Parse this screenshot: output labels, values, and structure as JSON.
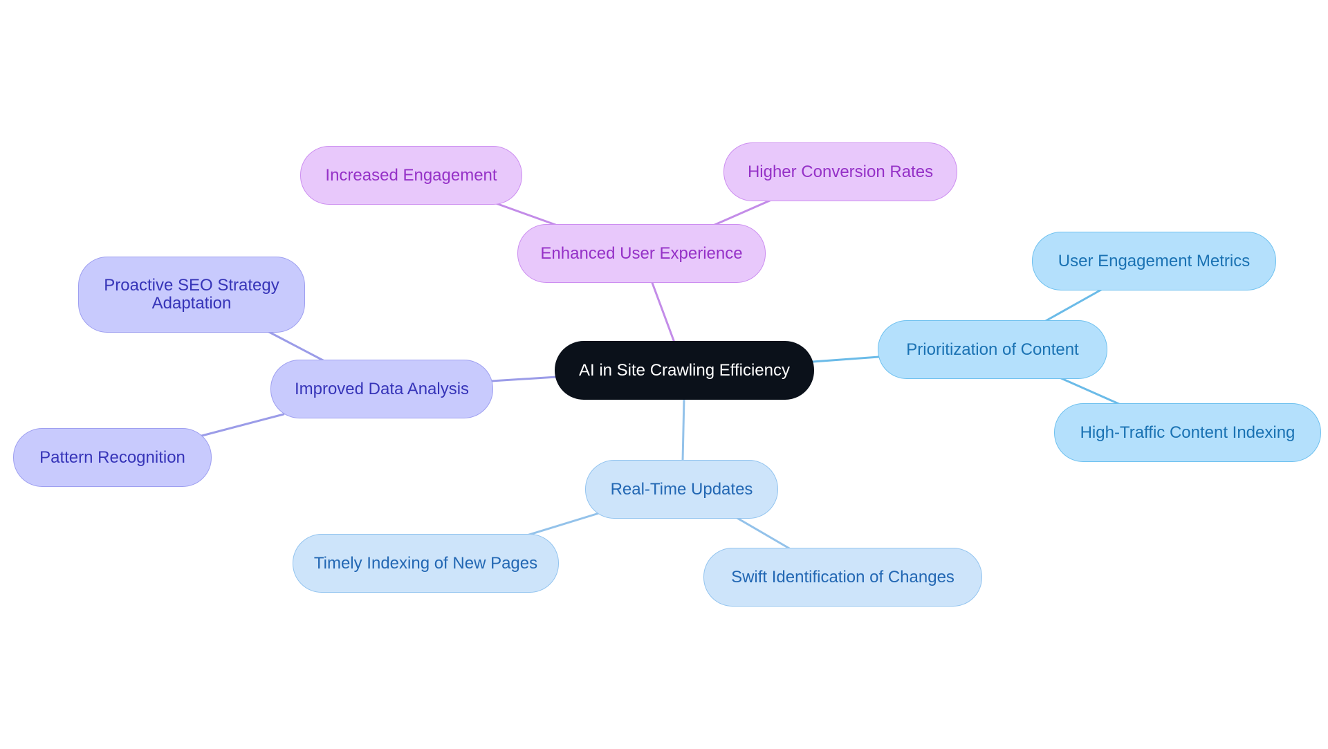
{
  "diagram": {
    "center": {
      "label": "AI in Site Crawling Efficiency"
    },
    "branches": [
      {
        "label": "Enhanced User Experience",
        "color": "#c38ce8",
        "children": [
          {
            "label": "Increased Engagement"
          },
          {
            "label": "Higher Conversion Rates"
          }
        ]
      },
      {
        "label": "Improved Data Analysis",
        "color": "#9b9ce8",
        "children": [
          {
            "label": "Proactive SEO Strategy\nAdaptation"
          },
          {
            "label": "Pattern Recognition"
          }
        ]
      },
      {
        "label": "Prioritization of Content",
        "color": "#6bbbe8",
        "children": [
          {
            "label": "User Engagement Metrics"
          },
          {
            "label": "High-Traffic Content Indexing"
          }
        ]
      },
      {
        "label": "Real-Time Updates",
        "color": "#93c2ea",
        "children": [
          {
            "label": "Timely Indexing of New Pages"
          },
          {
            "label": "Swift Identification of Changes"
          }
        ]
      }
    ]
  }
}
